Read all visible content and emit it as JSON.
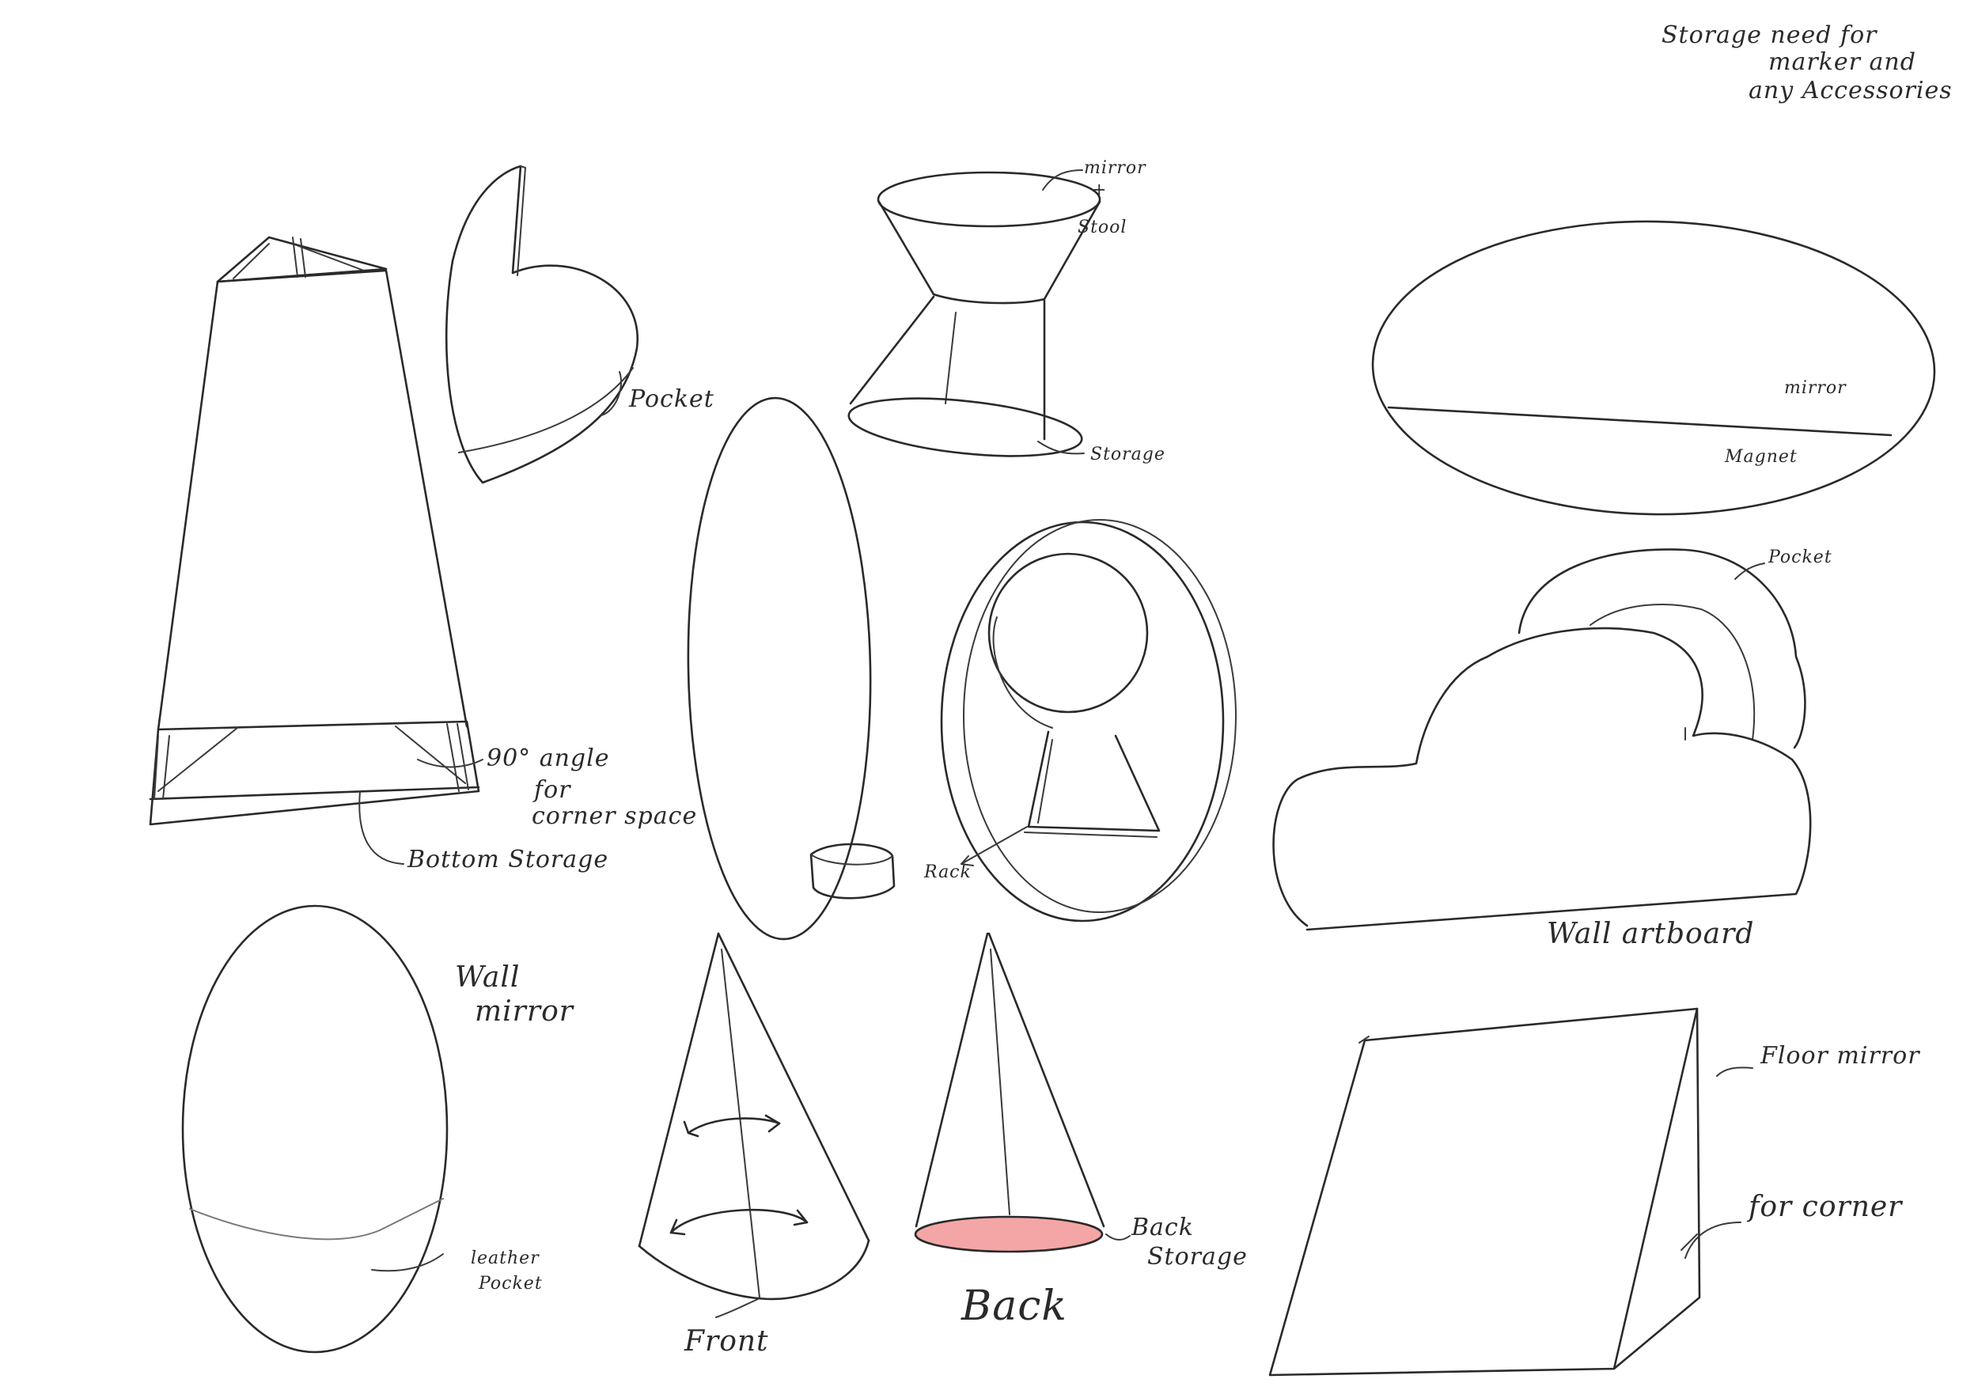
{
  "sheet_title": "",
  "notes": {
    "storage_line1": "Storage need for",
    "storage_line2": "marker and",
    "storage_line3": "any Accessories"
  },
  "labels": {
    "pocket_heart": "Pocket",
    "mirror_top": "mirror",
    "amp": "+",
    "stool": "Stool",
    "storage": "Storage",
    "mirror_oval": "mirror",
    "magnet": "Magnet",
    "angle_line1": "90° angle",
    "angle_line2": "for",
    "angle_line3": "corner space",
    "bottom_storage": "Bottom Storage",
    "pocket_cloud": "Pocket",
    "rack": "Rack",
    "wall_artboard": "Wall artboard",
    "wall_mirror_line1": "Wall",
    "wall_mirror_line2": "mirror",
    "leather_line1": "leather",
    "leather_line2": "Pocket",
    "front": "Front",
    "back": "Back",
    "back_storage_line1": "Back",
    "back_storage_line2": "Storage",
    "floor_mirror": "Floor mirror",
    "for_corner": "for corner"
  },
  "colors": {
    "ink": "#2a2a2a",
    "highlight_fill": "#f4a6a6"
  }
}
